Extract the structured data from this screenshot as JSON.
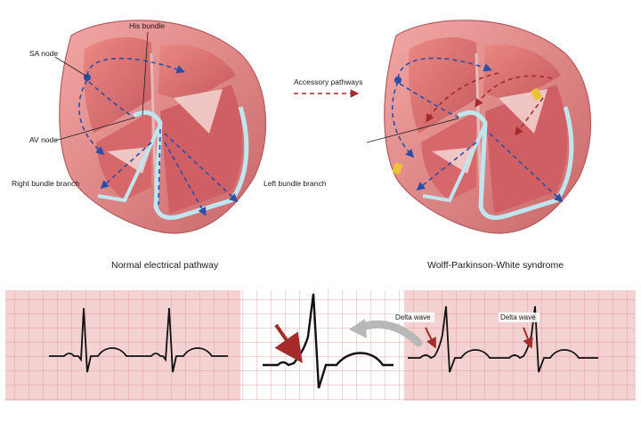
{
  "labels": {
    "his_bundle": "His bundle",
    "sa_node": "SA node",
    "av_node": "AV node",
    "right_bundle_branch": "Right bundle branch",
    "left_bundle_branch": "Left bundle branch",
    "accessory_pathways": "Accessory pathways"
  },
  "captions": {
    "normal": "Normal electrical pathway",
    "wpw": "Wolff-Parkinson-White syndrome"
  },
  "ecg": {
    "delta_wave_1": "Delta wave",
    "delta_wave_2": "Delta wave"
  },
  "colors": {
    "pathway_blue": "#2a4fa8",
    "accessory_red": "#a52a2a",
    "conduction_cyan": "#bfe6ee",
    "grid_pink": "#f4d2d2",
    "grid_line": "#dc8c8c"
  }
}
